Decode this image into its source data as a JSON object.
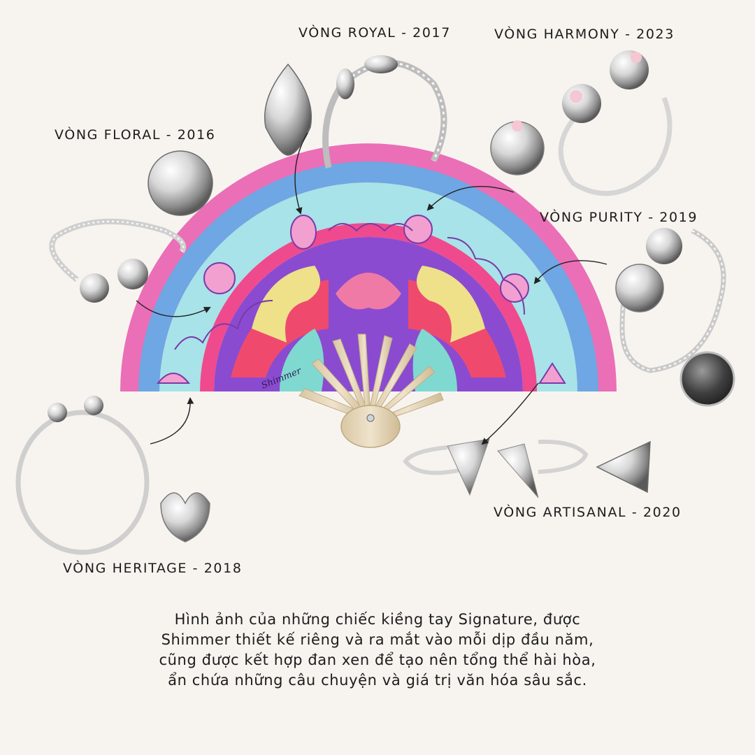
{
  "labels": {
    "royal": "VÒNG ROYAL - 2017",
    "harmony": "VÒNG HARMONY - 2023",
    "floral": "VÒNG FLORAL - 2016",
    "purity": "VÒNG PURITY - 2019",
    "artisanal": "VÒNG ARTISANAL - 2020",
    "heritage": "VÒNG HERITAGE - 2018"
  },
  "fan_signature": "Shimmer",
  "caption": {
    "line1": "Hình ảnh của những chiếc kiềng tay Signature, được",
    "line2": "Shimmer thiết kế riêng và ra mắt vào mỗi dịp đầu năm,",
    "line3": "cũng được kết hợp đan xen để tạo nên tổng thể hài hòa,",
    "line4": "ẩn chứa những câu chuyện và giá trị văn hóa sâu sắc."
  },
  "colors": {
    "background": "#f7f4ef",
    "fan_pink": "#ea6fb6",
    "fan_blue": "#6fa6e4",
    "fan_aqua": "#a7e3e8",
    "fan_red": "#ef4a6d",
    "fan_purple": "#8a4bd0",
    "silver": "#c9c9c9",
    "bamboo": "#e6d8bd"
  }
}
